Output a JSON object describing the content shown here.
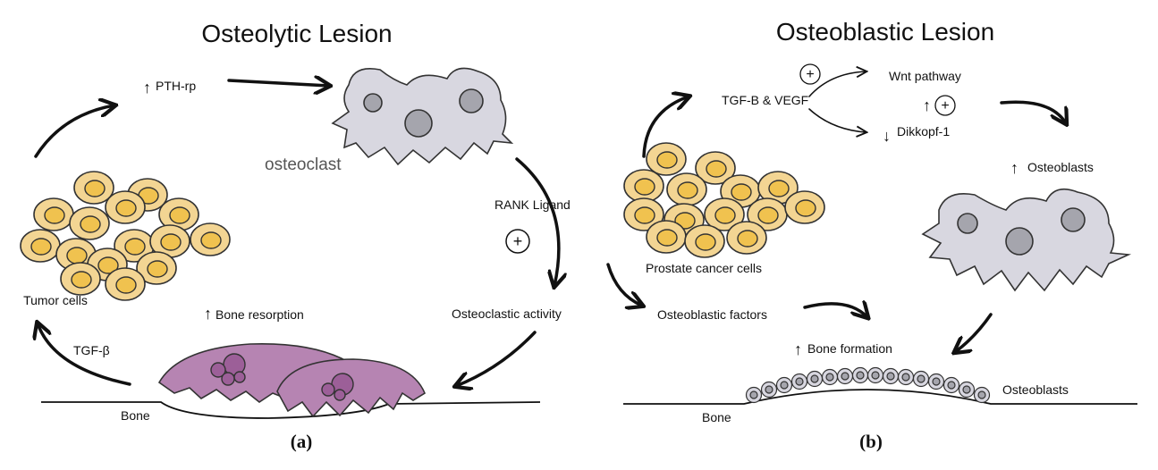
{
  "panel_a": {
    "title": "Osteolytic Lesion",
    "pthrp": "PTH-rp",
    "osteoclast": "osteoclast",
    "rank_ligand": "RANK Ligand",
    "plus": "+",
    "osteoclastic_activity": "Osteoclastic activity",
    "bone_resorption": "Bone resorption",
    "tumor_cells": "Tumor cells",
    "tgf_beta": "TGF-β",
    "bone": "Bone",
    "panel_label": "(a)"
  },
  "panel_b": {
    "title": "Osteoblastic Lesion",
    "tgf_vegf": "TGF-B & VEGF",
    "plus_top": "+",
    "wnt": "Wnt pathway",
    "plus_mid": "+",
    "dikkopf": "Dikkopf-1",
    "osteoblasts_up": "Osteoblasts",
    "prostate_cells": "Prostate cancer cells",
    "osteoblastic_factors": "Osteoblastic factors",
    "bone_formation": "Bone formation",
    "bone": "Bone",
    "osteoblasts_bottom": "Osteoblasts",
    "panel_label": "(b)"
  },
  "arrows": {
    "up": "↑",
    "down": "↓"
  },
  "colors": {
    "tumor_cell": "#f3d593",
    "tumor_nucleus": "#f0c24f",
    "osteoclast": "#d8d7e0",
    "osteoclast_nucleus": "#a5a5ad",
    "resorbing_osteoclast": "#b684b2"
  }
}
